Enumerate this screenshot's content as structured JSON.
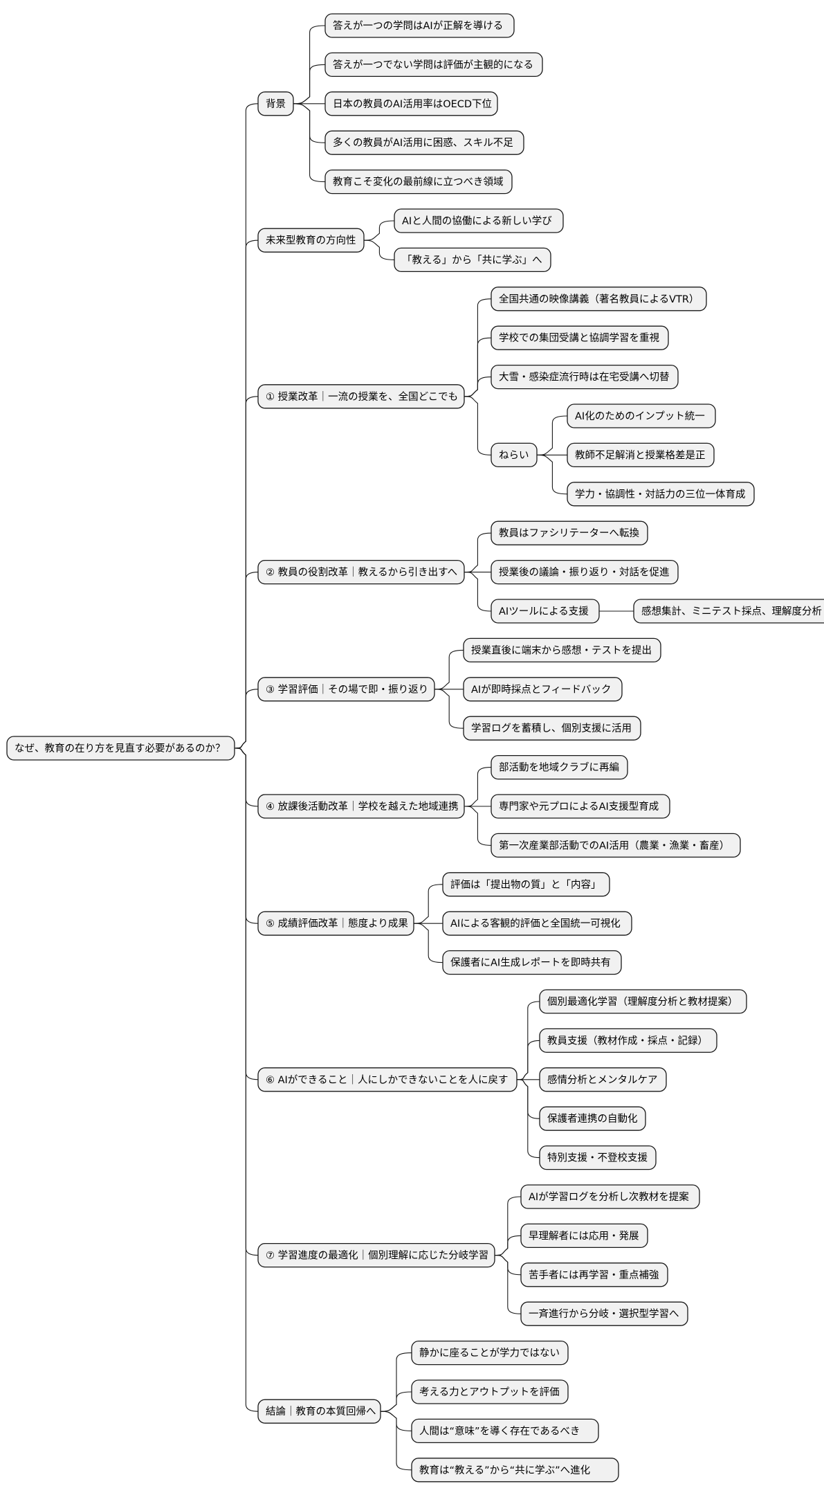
{
  "mindmap": {
    "root": "なぜ、教育の在り方を見直す必要があるのか？",
    "branches": [
      {
        "label": "背景",
        "children": [
          {
            "label": "答えが一つの学問はAIが正解を導ける"
          },
          {
            "label": "答えが一つでない学問は評価が主観的になる"
          },
          {
            "label": "日本の教員のAI活用率はOECD下位"
          },
          {
            "label": "多くの教員がAI活用に困惑、スキル不足"
          },
          {
            "label": "教育こそ変化の最前線に立つべき領域"
          }
        ]
      },
      {
        "label": "未来型教育の方向性",
        "children": [
          {
            "label": "AIと人間の協働による新しい学び"
          },
          {
            "label": "「教える」から「共に学ぶ」へ"
          }
        ]
      },
      {
        "label": "① 授業改革｜一流の授業を、全国どこでも",
        "children": [
          {
            "label": "全国共通の映像講義（著名教員によるVTR）"
          },
          {
            "label": "学校での集団受講と協調学習を重視"
          },
          {
            "label": "大雪・感染症流行時は在宅受講へ切替"
          },
          {
            "label": "ねらい",
            "children": [
              {
                "label": "AI化のためのインプット統一"
              },
              {
                "label": "教師不足解消と授業格差是正"
              },
              {
                "label": "学力・協調性・対話力の三位一体育成"
              }
            ]
          }
        ]
      },
      {
        "label": "② 教員の役割改革｜教えるから引き出すへ",
        "children": [
          {
            "label": "教員はファシリテーターへ転換"
          },
          {
            "label": "授業後の議論・振り返り・対話を促進"
          },
          {
            "label": "AIツールによる支援",
            "children": [
              {
                "label": "感想集計、ミニテスト採点、理解度分析"
              }
            ]
          }
        ]
      },
      {
        "label": "③ 学習評価｜その場で即・振り返り",
        "children": [
          {
            "label": "授業直後に端末から感想・テストを提出"
          },
          {
            "label": "AIが即時採点とフィードバック"
          },
          {
            "label": "学習ログを蓄積し、個別支援に活用"
          }
        ]
      },
      {
        "label": "④ 放課後活動改革｜学校を越えた地域連携",
        "children": [
          {
            "label": "部活動を地域クラブに再編"
          },
          {
            "label": "専門家や元プロによるAI支援型育成"
          },
          {
            "label": "第一次産業部活動でのAI活用（農業・漁業・畜産）"
          }
        ]
      },
      {
        "label": "⑤ 成績評価改革｜態度より成果",
        "children": [
          {
            "label": "評価は「提出物の質」と「内容」"
          },
          {
            "label": "AIによる客観的評価と全国統一可視化"
          },
          {
            "label": "保護者にAI生成レポートを即時共有"
          }
        ]
      },
      {
        "label": "⑥ AIができること｜人にしかできないことを人に戻す",
        "children": [
          {
            "label": "個別最適化学習（理解度分析と教材提案）"
          },
          {
            "label": "教員支援（教材作成・採点・記録）"
          },
          {
            "label": "感情分析とメンタルケア"
          },
          {
            "label": "保護者連携の自動化"
          },
          {
            "label": "特別支援・不登校支援"
          }
        ]
      },
      {
        "label": "⑦ 学習進度の最適化｜個別理解に応じた分岐学習",
        "children": [
          {
            "label": "AIが学習ログを分析し次教材を提案"
          },
          {
            "label": "早理解者には応用・発展"
          },
          {
            "label": "苦手者には再学習・重点補強"
          },
          {
            "label": "一斉進行から分岐・選択型学習へ"
          }
        ]
      },
      {
        "label": "結論｜教育の本質回帰へ",
        "children": [
          {
            "label": "静かに座ることが学力ではない"
          },
          {
            "label": "考える力とアウトプットを評価"
          },
          {
            "label": "人間は“意味”を導く存在であるべき"
          },
          {
            "label": "教育は“教える”から“共に学ぶ”へ進化"
          }
        ]
      }
    ]
  }
}
